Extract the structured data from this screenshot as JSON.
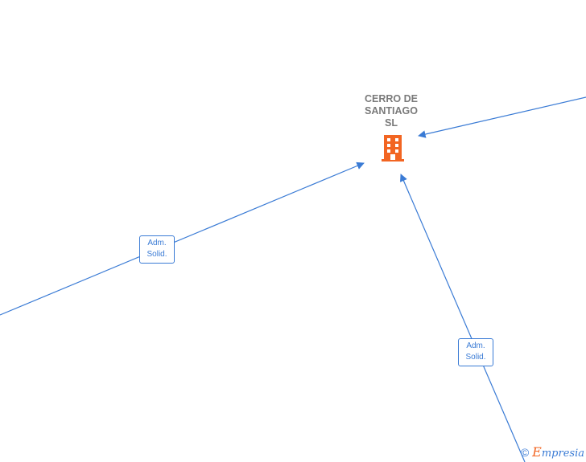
{
  "company": {
    "name": "CERRO DE\nSANTIAGO\nSL",
    "icon": "building-icon",
    "icon_color": "#f26522"
  },
  "edges": [
    {
      "label_line1": "Adm.",
      "label_line2": "Solid."
    },
    {
      "label_line1": "Adm.",
      "label_line2": "Solid."
    }
  ],
  "colors": {
    "edge": "#3a7bd5",
    "label_text": "#7a7a7a"
  },
  "watermark": {
    "symbol": "©",
    "brand_initial": "E",
    "brand_rest": "mpresia"
  }
}
